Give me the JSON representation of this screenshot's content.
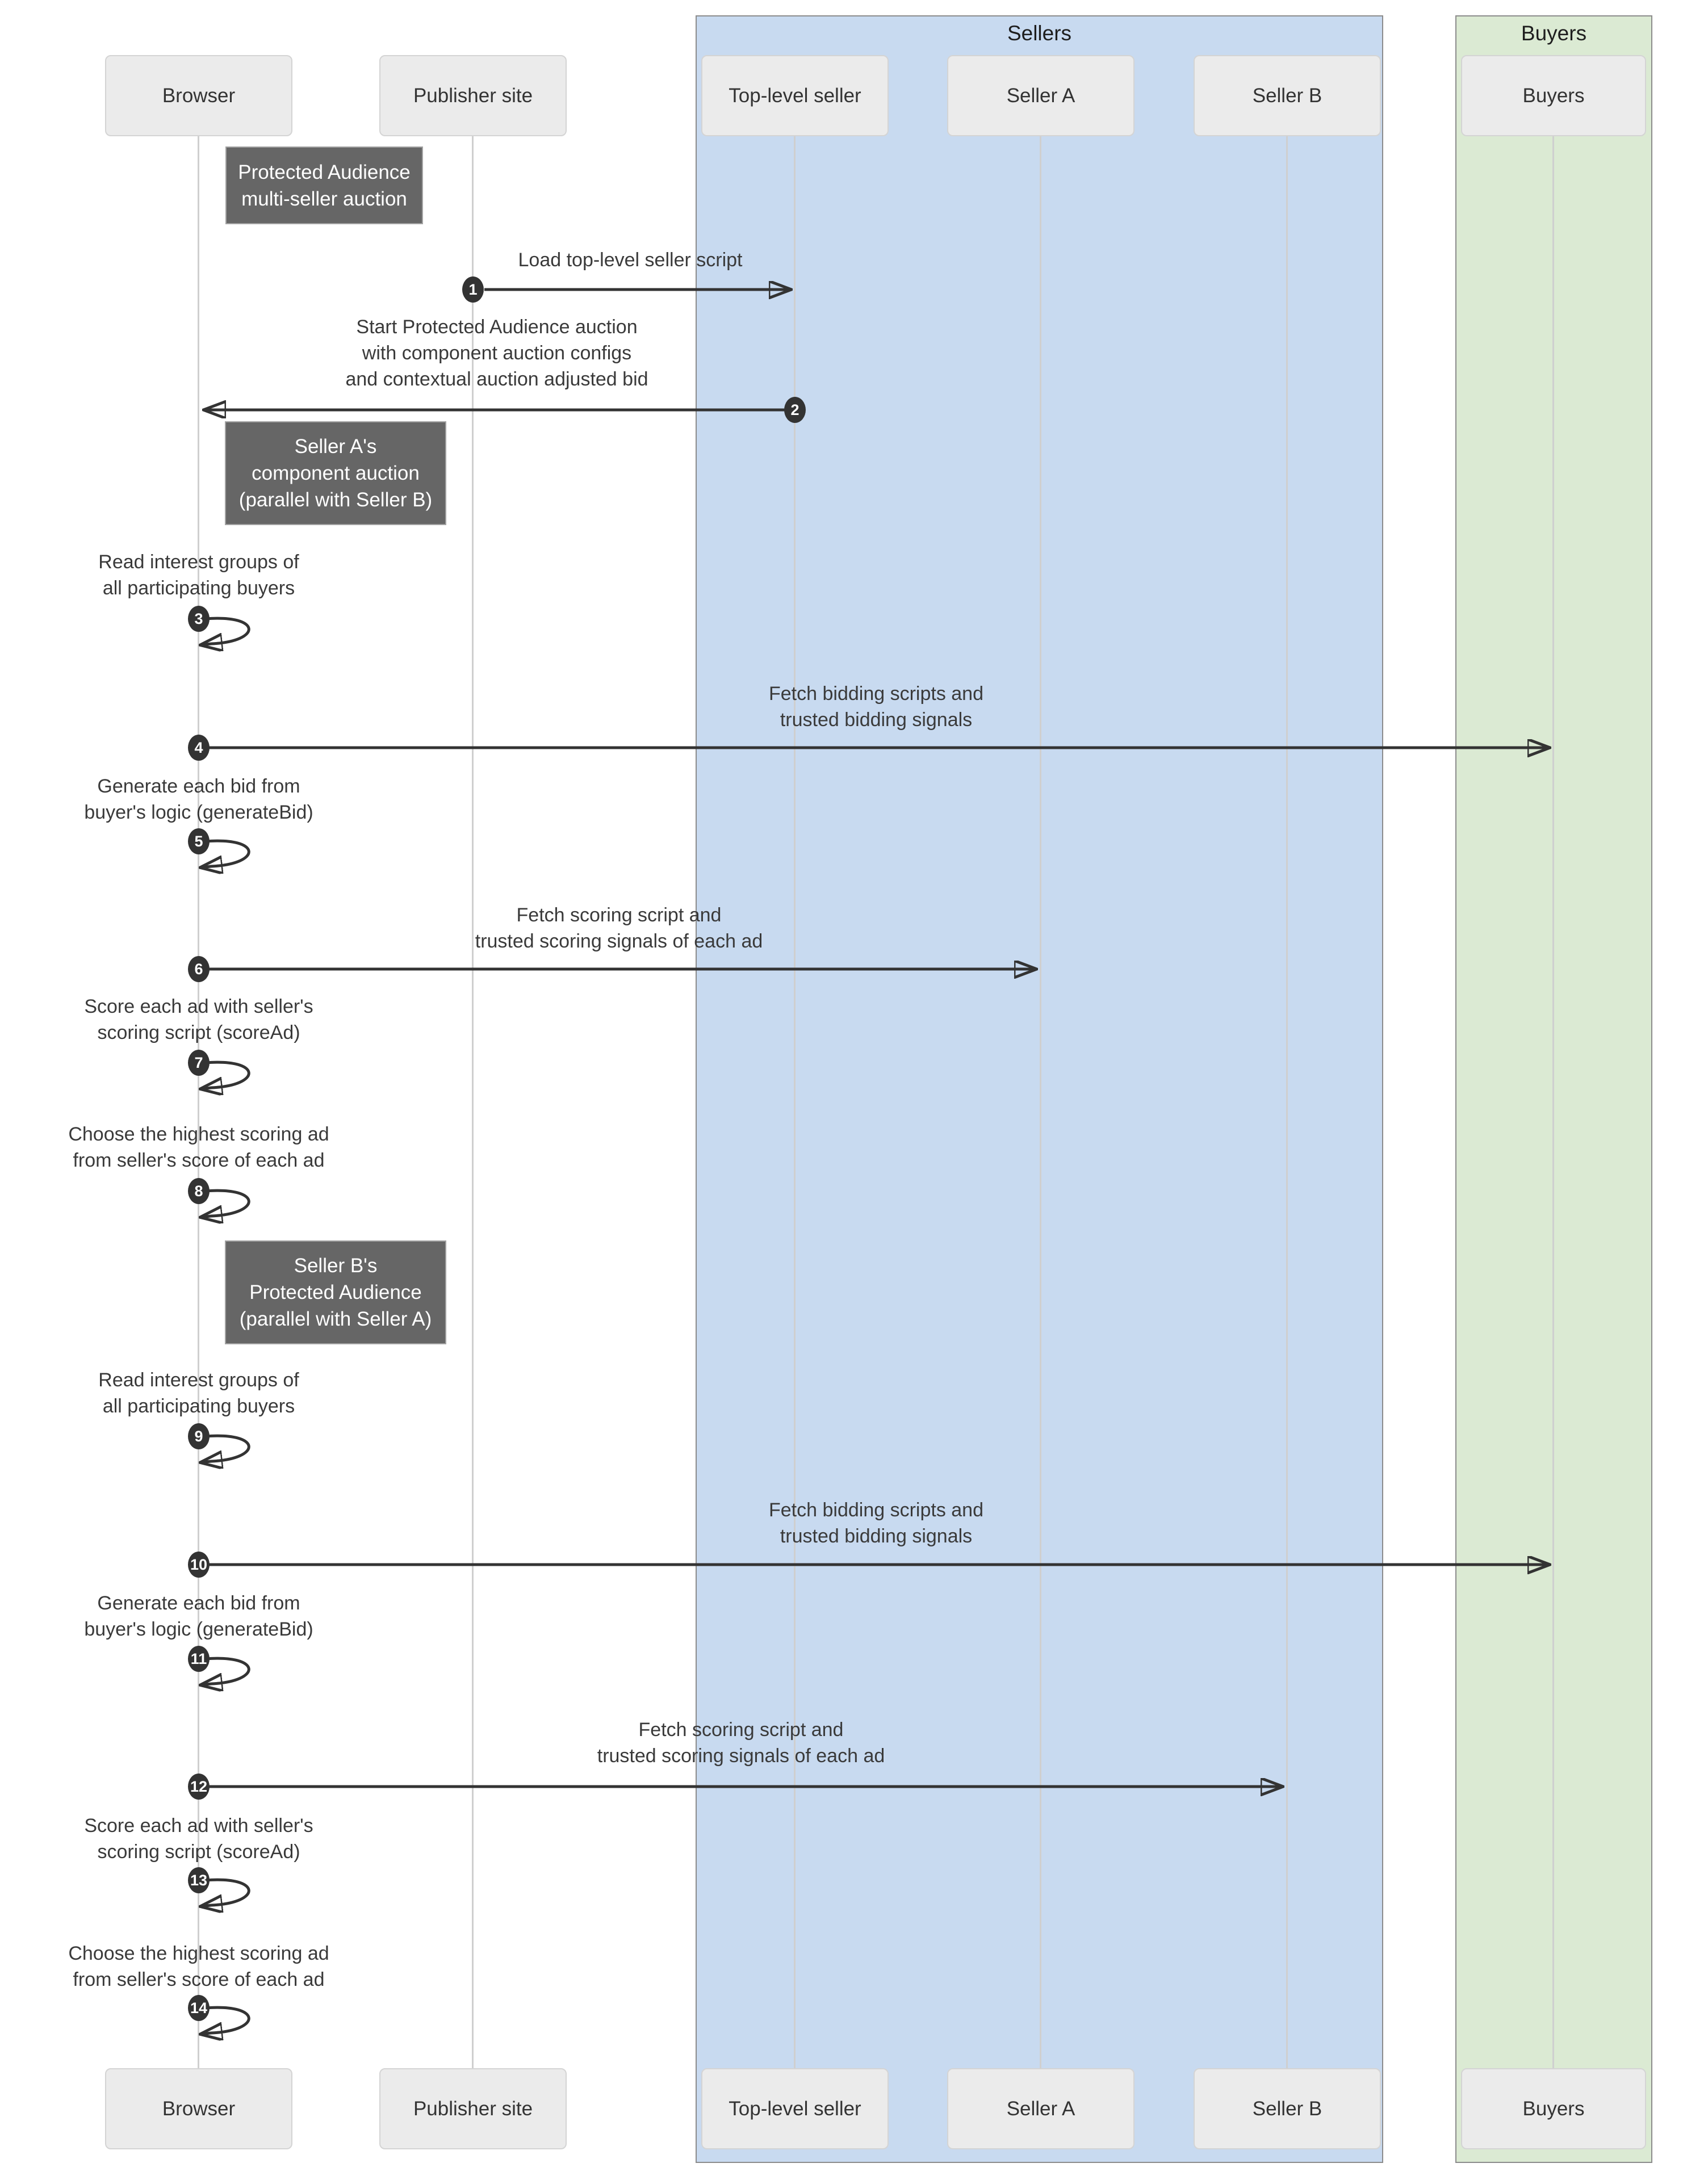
{
  "groups": [
    {
      "label": "Sellers",
      "bg": "#c8daf0"
    },
    {
      "label": "Buyers",
      "bg": "#dbead3"
    }
  ],
  "actors": [
    {
      "label": "Browser"
    },
    {
      "label": "Publisher site"
    },
    {
      "label": "Top-level seller"
    },
    {
      "label": "Seller A"
    },
    {
      "label": "Seller B"
    },
    {
      "label": "Buyers"
    }
  ],
  "notes": [
    {
      "lines": [
        "Protected Audience",
        "multi-seller auction"
      ]
    },
    {
      "lines": [
        "Seller A's",
        "component auction",
        "(parallel with Seller B)"
      ]
    },
    {
      "lines": [
        "Seller B's",
        "Protected Audience",
        "(parallel with Seller A)"
      ]
    }
  ],
  "messages": [
    {
      "num": "1",
      "from": "Publisher site",
      "to": "Top-level seller",
      "lines": [
        "Load top-level seller script"
      ]
    },
    {
      "num": "2",
      "from": "Top-level seller",
      "to": "Browser",
      "lines": [
        "Start Protected Audience auction",
        "with component auction configs",
        "and contextual auction adjusted bid"
      ]
    },
    {
      "num": "3",
      "from": "Browser",
      "to": "Browser",
      "lines": [
        "Read interest groups of",
        "all participating buyers"
      ]
    },
    {
      "num": "4",
      "from": "Browser",
      "to": "Buyers",
      "lines": [
        "Fetch bidding scripts and",
        "trusted bidding signals"
      ]
    },
    {
      "num": "5",
      "from": "Browser",
      "to": "Browser",
      "lines": [
        "Generate each bid from",
        "buyer's logic (generateBid)"
      ]
    },
    {
      "num": "6",
      "from": "Browser",
      "to": "Seller A",
      "lines": [
        "Fetch scoring script and",
        "trusted scoring signals of each ad"
      ]
    },
    {
      "num": "7",
      "from": "Browser",
      "to": "Browser",
      "lines": [
        "Score each ad with seller's",
        "scoring script (scoreAd)"
      ]
    },
    {
      "num": "8",
      "from": "Browser",
      "to": "Browser",
      "lines": [
        "Choose the highest scoring ad",
        "from seller's score of each ad"
      ]
    },
    {
      "num": "9",
      "from": "Browser",
      "to": "Browser",
      "lines": [
        "Read interest groups of",
        "all participating buyers"
      ]
    },
    {
      "num": "10",
      "from": "Browser",
      "to": "Buyers",
      "lines": [
        "Fetch bidding scripts and",
        "trusted bidding signals"
      ]
    },
    {
      "num": "11",
      "from": "Browser",
      "to": "Browser",
      "lines": [
        "Generate each bid from",
        "buyer's logic (generateBid)"
      ]
    },
    {
      "num": "12",
      "from": "Browser",
      "to": "Seller B",
      "lines": [
        "Fetch scoring script and",
        "trusted scoring signals of each ad"
      ]
    },
    {
      "num": "13",
      "from": "Browser",
      "to": "Browser",
      "lines": [
        "Score each ad with seller's",
        "scoring script (scoreAd)"
      ]
    },
    {
      "num": "14",
      "from": "Browser",
      "to": "Browser",
      "lines": [
        "Choose the highest scoring ad",
        "from seller's score of each ad"
      ]
    }
  ],
  "colors": {
    "sellers_group_bg": "#c8daf0",
    "buyers_group_bg": "#dbead3",
    "actor_bg": "#ebebeb",
    "actor_border": "#d4d4d4",
    "note_bg": "#666666",
    "arrow": "#333333",
    "lifeline": "#cfcfcf",
    "text": "#3a3a3a"
  }
}
